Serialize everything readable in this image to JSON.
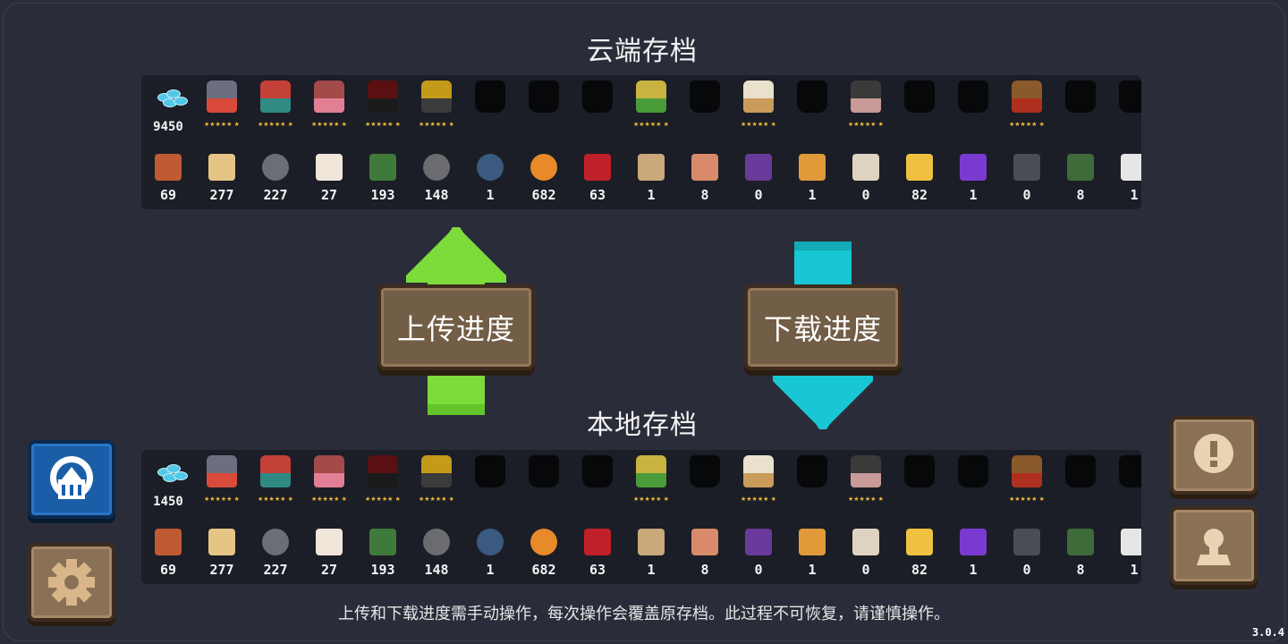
{
  "cloud": {
    "title": "云端存档",
    "gems": "9450",
    "counts": [
      "69",
      "277",
      "227",
      "27",
      "193",
      "148",
      "1",
      "682",
      "63",
      "1",
      "8",
      "0",
      "1",
      "0",
      "82",
      "1",
      "0",
      "8",
      "1"
    ]
  },
  "local": {
    "title": "本地存档",
    "gems": "1450",
    "counts": [
      "69",
      "277",
      "227",
      "27",
      "193",
      "148",
      "1",
      "682",
      "63",
      "1",
      "8",
      "0",
      "1",
      "0",
      "82",
      "1",
      "0",
      "8",
      "1"
    ]
  },
  "actions": {
    "upload_label": "上传进度",
    "download_label": "下载进度"
  },
  "disclaimer": "上传和下载进度需手动操作，每次操作会覆盖原存档。此过程不可恢复，请谨慎操作。",
  "version": "3.0.4",
  "colors": {
    "upload_arrow": "#7ddc3a",
    "download_arrow": "#19c6d4",
    "button_wood": "#725d46",
    "star": "#f0b93b"
  },
  "icons": {
    "characters": [
      "knight",
      "assassin",
      "wizard",
      "rogue",
      "engineer",
      "locked",
      "locked",
      "locked",
      "elf",
      "locked",
      "priest",
      "locked",
      "werewolf",
      "locked",
      "locked",
      "bandit",
      "locked",
      "locked"
    ],
    "items": [
      "card",
      "wood",
      "ore",
      "sack",
      "battery",
      "gear",
      "fish-orb",
      "amber",
      "maple-leaf",
      "plate",
      "bottle",
      "phone",
      "board",
      "scroll",
      "spark",
      "purple-board",
      "stone-tablet",
      "key",
      "eye"
    ]
  }
}
